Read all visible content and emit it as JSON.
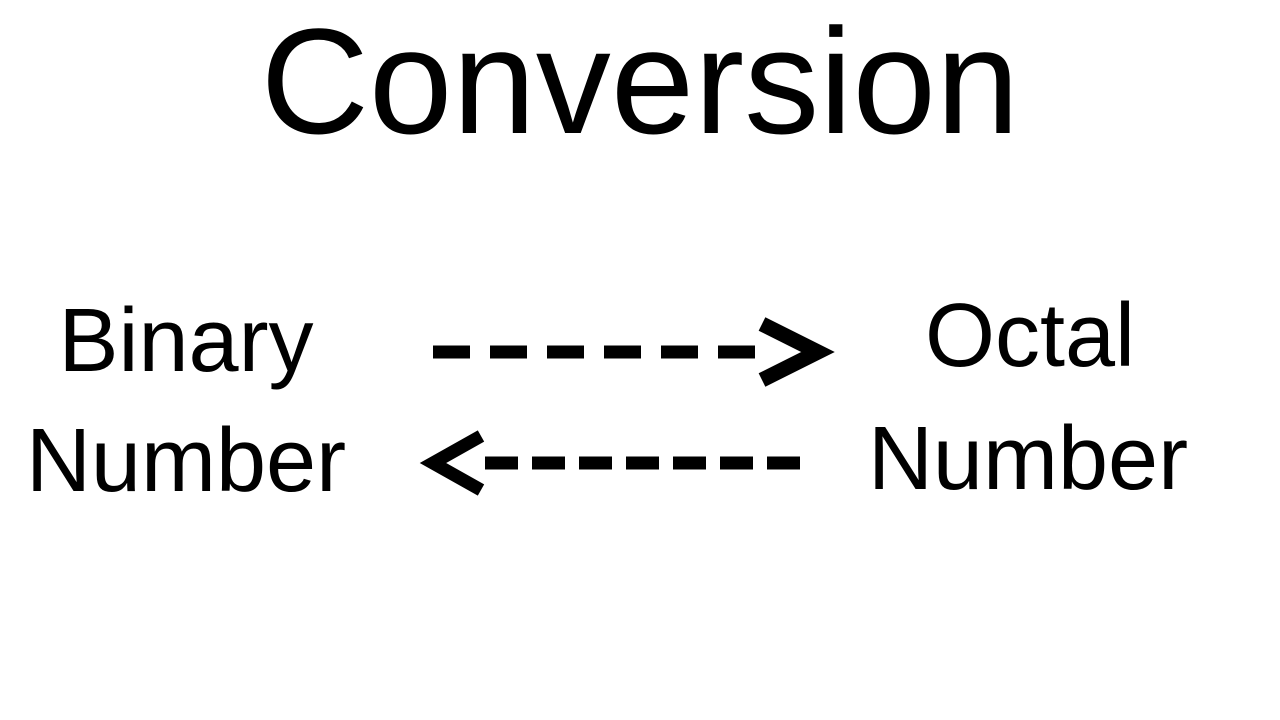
{
  "title": "Conversion",
  "nodes": {
    "left": {
      "line1": "Binary",
      "line2": "Number"
    },
    "right": {
      "line1": "Octal",
      "line2": "Number"
    }
  },
  "arrows": {
    "top": {
      "name": "binary-to-octal",
      "direction": "right",
      "style": "dashed",
      "dash_count": 6,
      "dasharray": "37 20"
    },
    "bottom": {
      "name": "octal-to-binary",
      "direction": "left",
      "style": "dashed",
      "dash_count": 7,
      "dasharray": "33 14"
    }
  },
  "colors": {
    "foreground": "#000000",
    "background": "#ffffff"
  }
}
